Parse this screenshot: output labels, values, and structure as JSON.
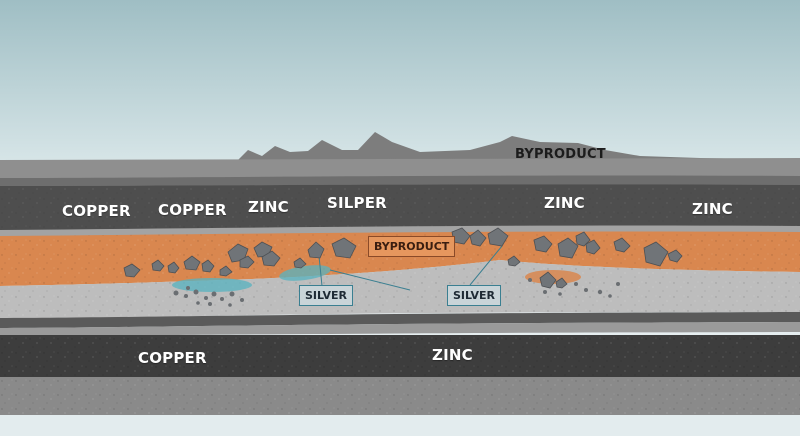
{
  "labels": {
    "top_byproduct": "BYPRODUCT",
    "copper_1": "COPPER",
    "copper_2": "COPPER",
    "zinc_1": "ZINC",
    "silper": "SILPER",
    "zinc_2": "ZINC",
    "zinc_3": "ZINC",
    "byproduct_box": "BYPRODUCT",
    "silver_1": "SILVER",
    "silver_2": "SILVER",
    "copper_3": "COPPER",
    "zinc_4": "ZINC"
  },
  "colors": {
    "sky_top": "#9fbec4",
    "sky_bottom": "#dbe8ea",
    "mountain": "#7d7d7d",
    "stratum_top": "#8f8f8f",
    "stratum_dark": "#4e4e4e",
    "ore_band": "#d9874f",
    "silver_band": "#bdbdbd",
    "deep_dark": "#3d3d3d",
    "bedrock": "#8a8a8a",
    "teal_vein": "#57b3c0"
  }
}
